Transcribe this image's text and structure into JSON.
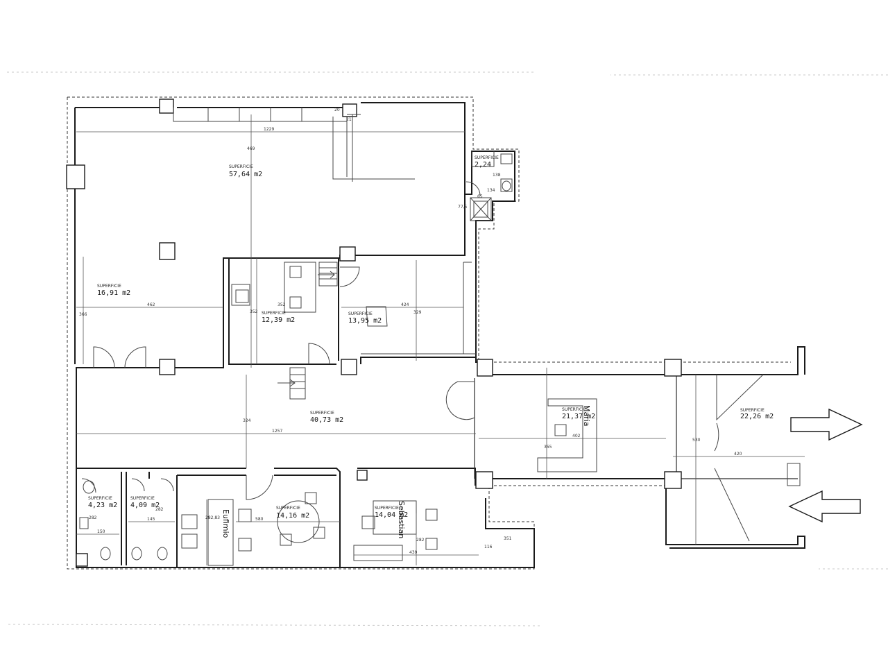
{
  "rooms": [
    {
      "id": "r1",
      "label": "SUPERFICIE",
      "area": "57,64 m2"
    },
    {
      "id": "r2",
      "label": "SUPERFICIE",
      "area": "2,24"
    },
    {
      "id": "r3",
      "label": "SUPERFICIE",
      "area": "16,91 m2"
    },
    {
      "id": "r4",
      "label": "SUPERFICIE",
      "area": "12,39 m2"
    },
    {
      "id": "r5",
      "label": "SUPERFICIE",
      "area": "13,95 m2"
    },
    {
      "id": "r6",
      "label": "SUPERFICIE",
      "area": "40,73 m2"
    },
    {
      "id": "r7",
      "label": "SUPERFICIE",
      "area": "21,37 m2"
    },
    {
      "id": "r8",
      "label": "SUPERFICIE",
      "area": "22,26 m2"
    },
    {
      "id": "r9",
      "label": "SUPERFICIE",
      "area": "4,23 m2"
    },
    {
      "id": "r10",
      "label": "SUPERFICIE",
      "area": "4,09 m2"
    },
    {
      "id": "r11",
      "label": "SUPERFICIE",
      "area": "14,16 m2"
    },
    {
      "id": "r12",
      "label": "SUPERFICIE",
      "area": "14,04 m2"
    }
  ],
  "names": [
    "Maria",
    "Eufimio",
    "Sebastian"
  ],
  "dimensions": {
    "d1229": "1229",
    "d469": "469",
    "d20": "20",
    "d21": "21",
    "d138": "138",
    "d134": "134",
    "d65": "65",
    "d77": "77,5",
    "d462": "462",
    "d366": "366",
    "d352a": "352",
    "d352b": "352",
    "d424": "424",
    "d329": "329",
    "d324": "324",
    "d1257": "1257",
    "d530": "530",
    "d420": "420",
    "d355": "355",
    "d402": "402",
    "d282a": "282",
    "d150": "150",
    "d145": "145",
    "d282b": "282",
    "d28283": "282,83",
    "d580": "580",
    "d282c": "282",
    "d439": "439",
    "d116": "116",
    "d351": "351"
  }
}
